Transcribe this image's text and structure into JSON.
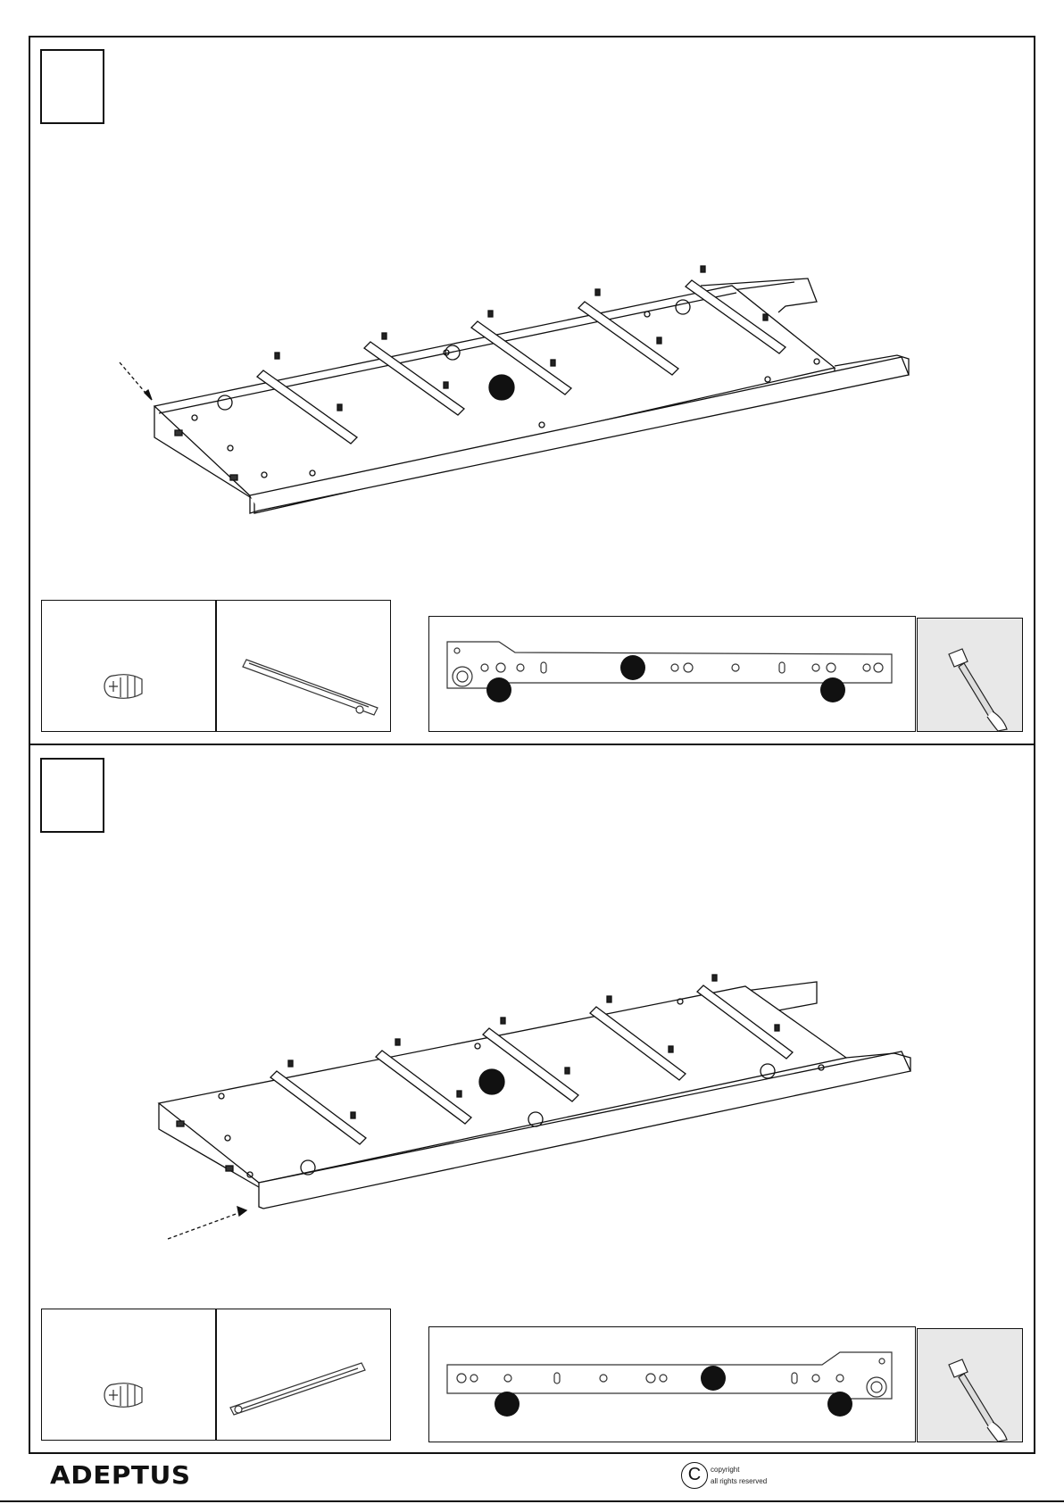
{
  "brand": {
    "logo_text": "ADEPTUS"
  },
  "footer": {
    "copyright_symbol": "C",
    "copyright_line1": "copyright",
    "copyright_line2": "all rights reserved"
  },
  "steps": [
    {
      "step_number": "",
      "component_label": "",
      "slide_label": "",
      "slide_left_label": "",
      "slide_right_label": ""
    },
    {
      "step_number": "",
      "component_label": "",
      "slide_label": "",
      "slide_left_label": "",
      "slide_right_label": ""
    }
  ],
  "icons": [
    "screw-icon",
    "drawer-slide-icon",
    "screwdriver-icon",
    "copyright-icon"
  ]
}
